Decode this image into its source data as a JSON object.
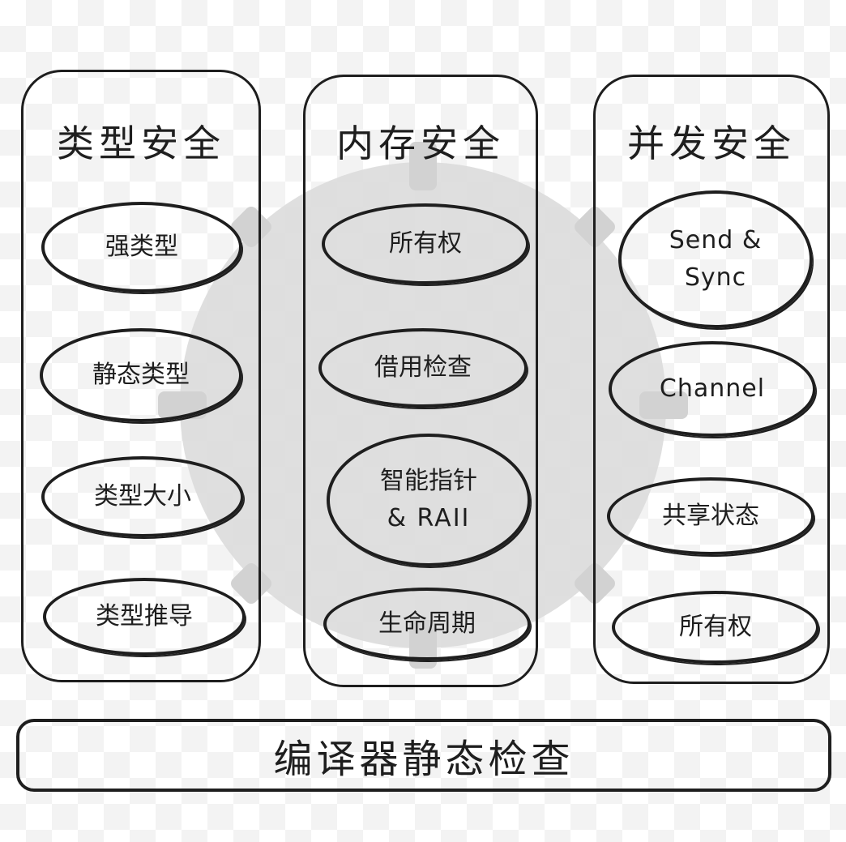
{
  "colors": {
    "stroke": "#1e1e1e",
    "watermark": "#d6d6d6",
    "background": "#ffffff"
  },
  "columns": [
    {
      "title": "类型安全",
      "items": [
        "强类型",
        "静态类型",
        "类型大小",
        "类型推导"
      ]
    },
    {
      "title": "内存安全",
      "items": [
        "所有权",
        "借用检查",
        [
          "智能指针",
          "& RAII"
        ],
        "生命周期"
      ]
    },
    {
      "title": "并发安全",
      "items": [
        [
          "Send &",
          "Sync"
        ],
        "Channel",
        "共享状态",
        "所有权"
      ]
    }
  ],
  "footer": {
    "label": "编译器静态检查"
  },
  "watermark": {
    "icon": "rust-gear-logo-icon"
  }
}
